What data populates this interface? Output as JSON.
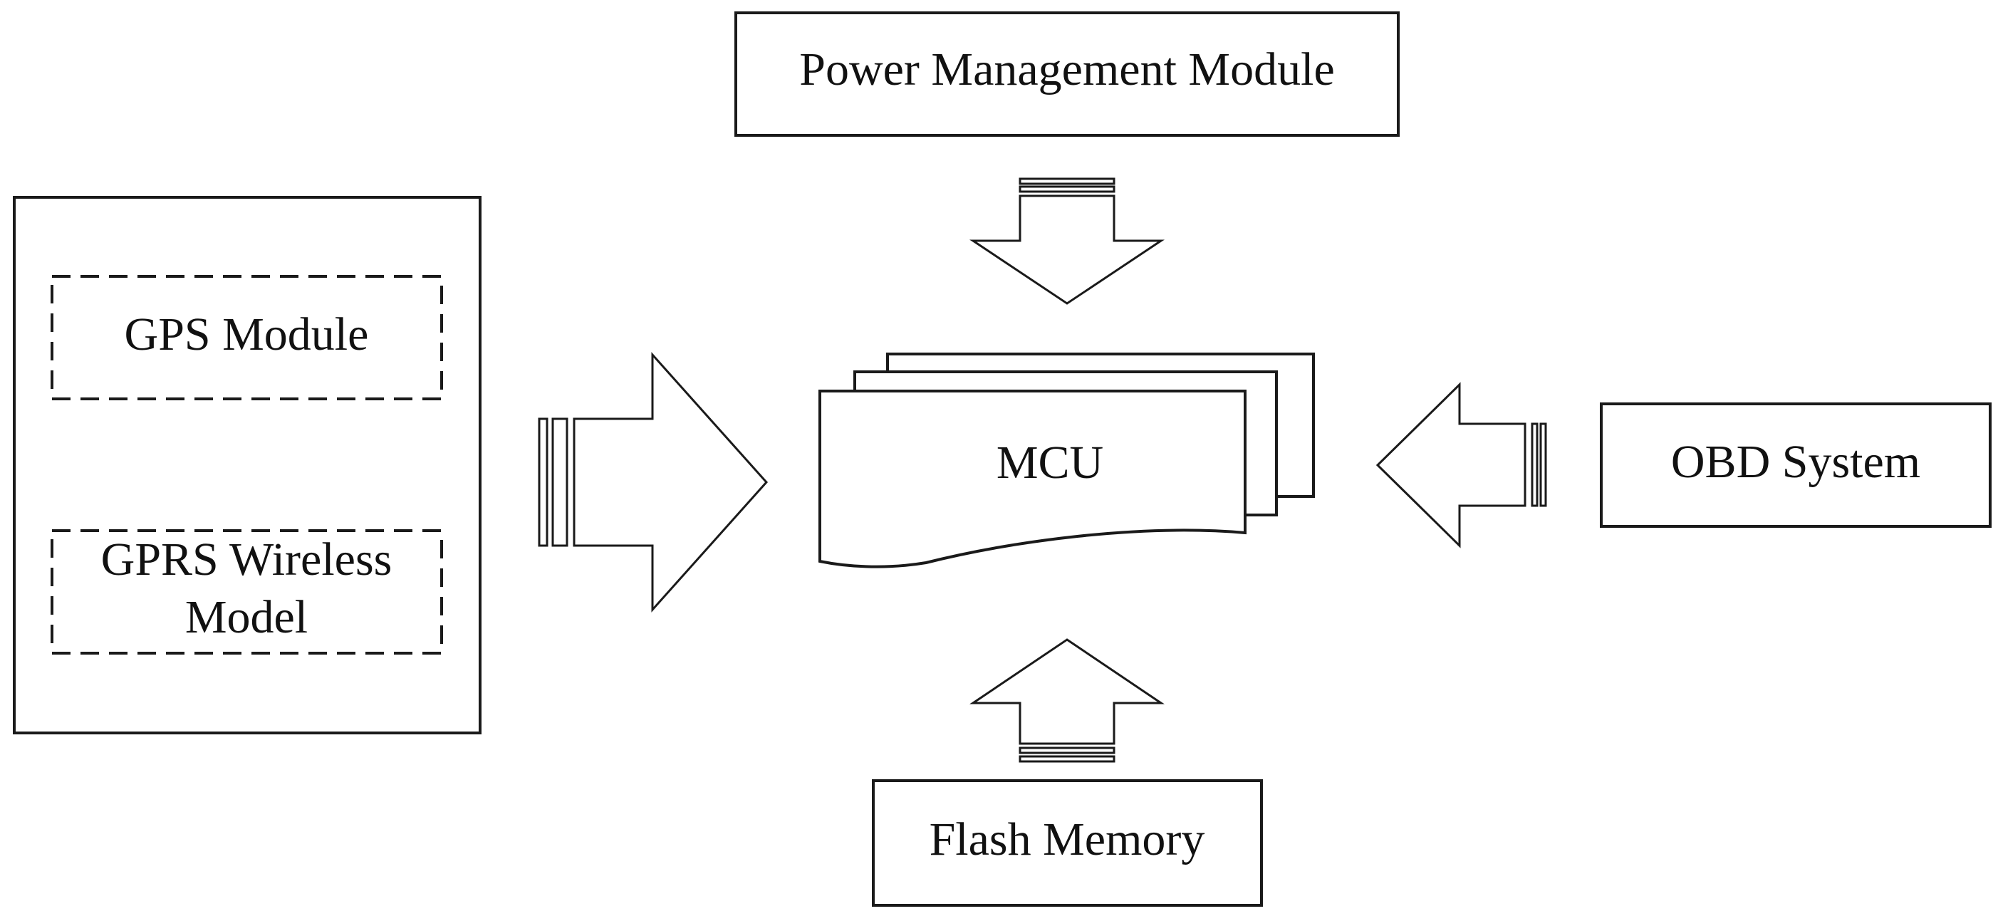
{
  "blocks": {
    "power": "Power Management Module",
    "gps": "GPS Module",
    "gprs_line1": "GPRS Wireless",
    "gprs_line2": "Model",
    "mcu": "MCU",
    "obd": "OBD System",
    "flash": "Flash Memory"
  },
  "colors": {
    "stroke": "#1a1a1a",
    "fill": "#ffffff",
    "text": "#111111"
  }
}
